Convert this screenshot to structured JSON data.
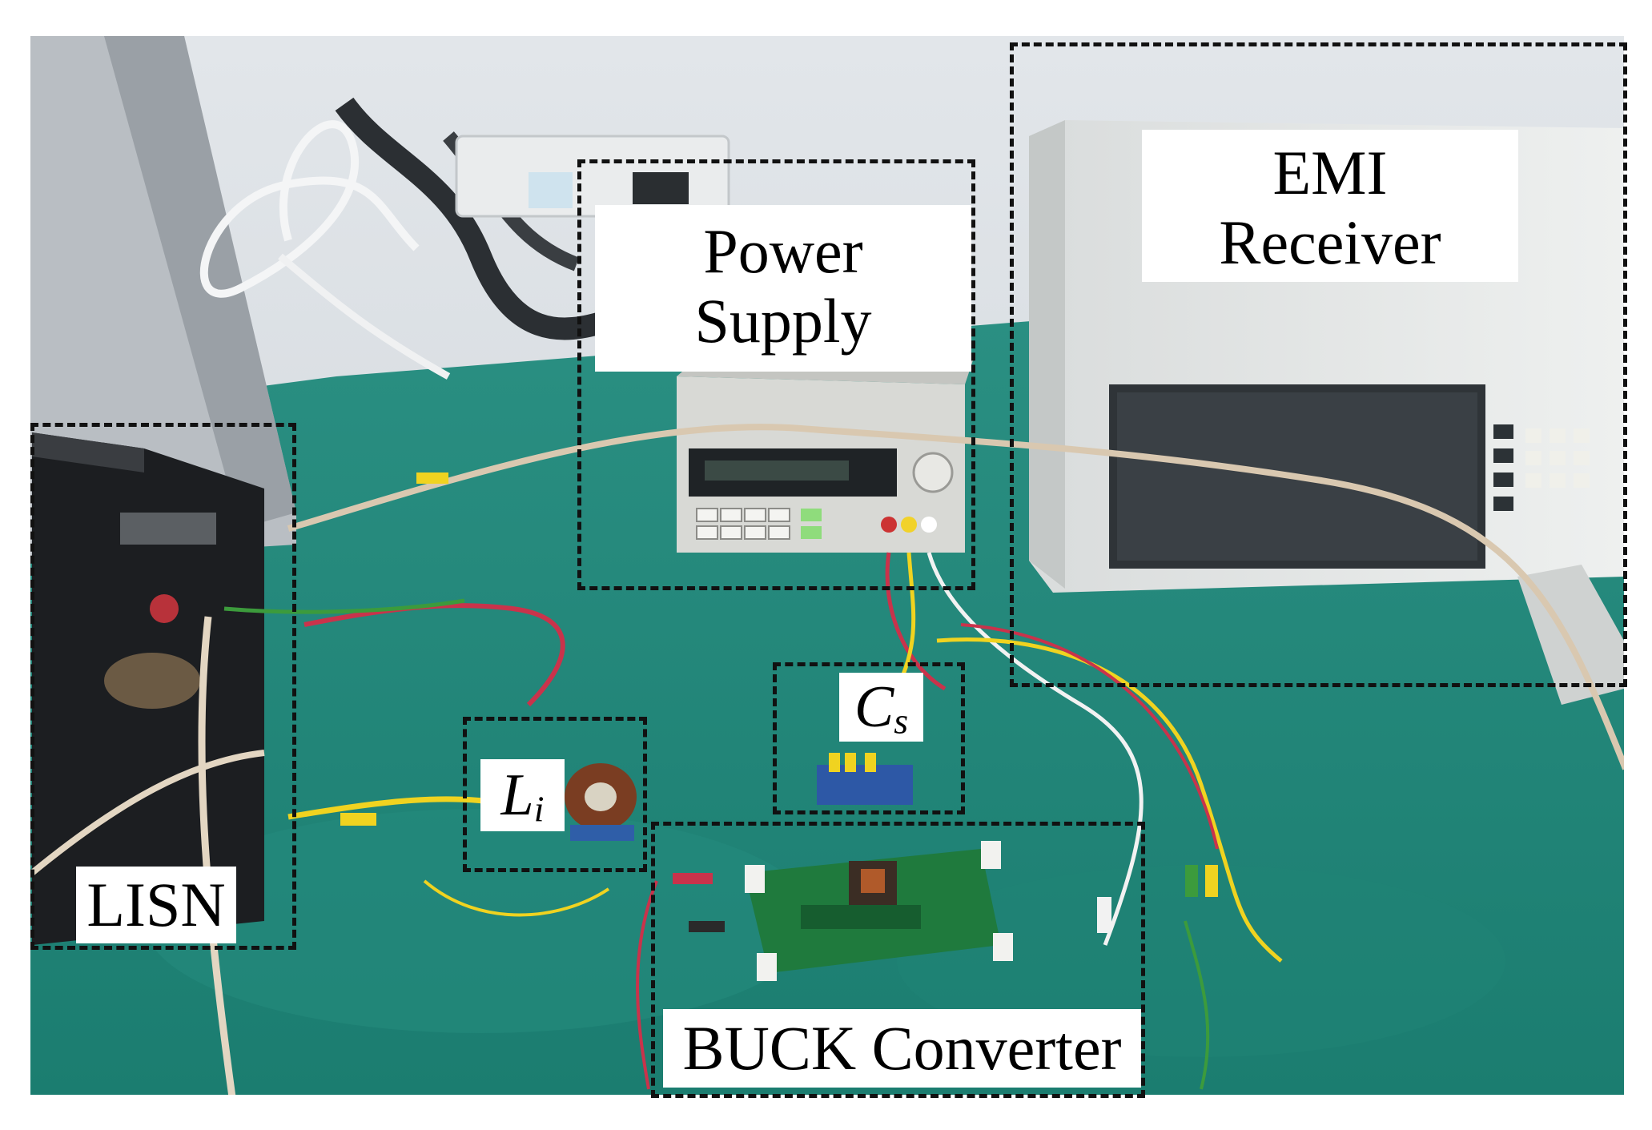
{
  "figure": {
    "labels": {
      "power_supply": [
        "Power",
        "Supply"
      ],
      "emi_receiver": [
        "EMI",
        "Receiver"
      ],
      "lisn": "LISN",
      "inductor": {
        "main": "L",
        "sub": "i"
      },
      "capacitor": {
        "main": "C",
        "sub": "s"
      },
      "buck": "BUCK Converter"
    },
    "colors": {
      "bench": "#1f8a7a",
      "wall": "#e9ecef",
      "dashed_box": "#111111"
    }
  }
}
